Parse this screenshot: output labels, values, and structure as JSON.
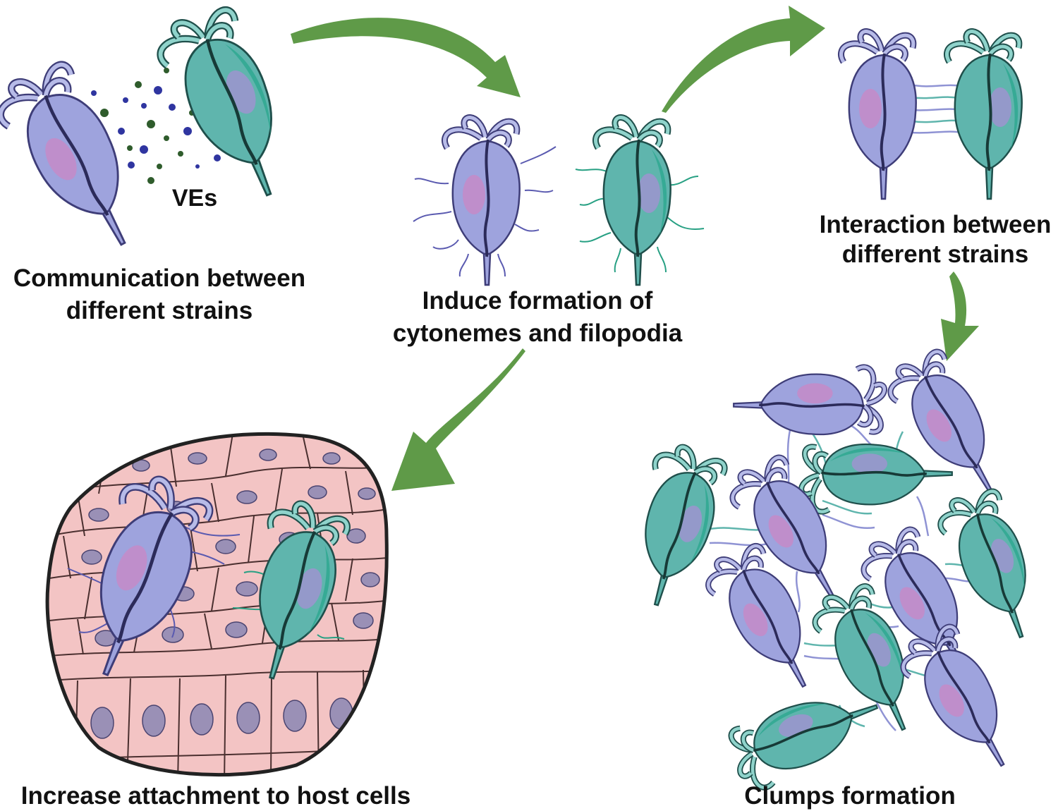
{
  "colors": {
    "strain_a_body": "#9ea3dd",
    "strain_a_outline": "#3e3d78",
    "strain_b_body": "#5fb5ad",
    "strain_b_outline": "#1f4f4b",
    "nucleus": "#c48bc8",
    "arrow": "#5f9a48",
    "tissue": "#f3c4c4",
    "tissue_nucleus": "#9a90b6",
    "vesicle_blue": "#2f35a0",
    "vesicle_green": "#2f5c2c"
  },
  "labels": {
    "ves": "VEs",
    "communication_line1": "Communication between",
    "communication_line2": "different strains",
    "induce_line1": "Induce formation of",
    "induce_line2": "cytonemes and filopodia",
    "interaction_line1": "Interaction between",
    "interaction_line2": "different strains",
    "attachment": "Increase attachment to host cells",
    "clumps": "Clumps formation"
  }
}
